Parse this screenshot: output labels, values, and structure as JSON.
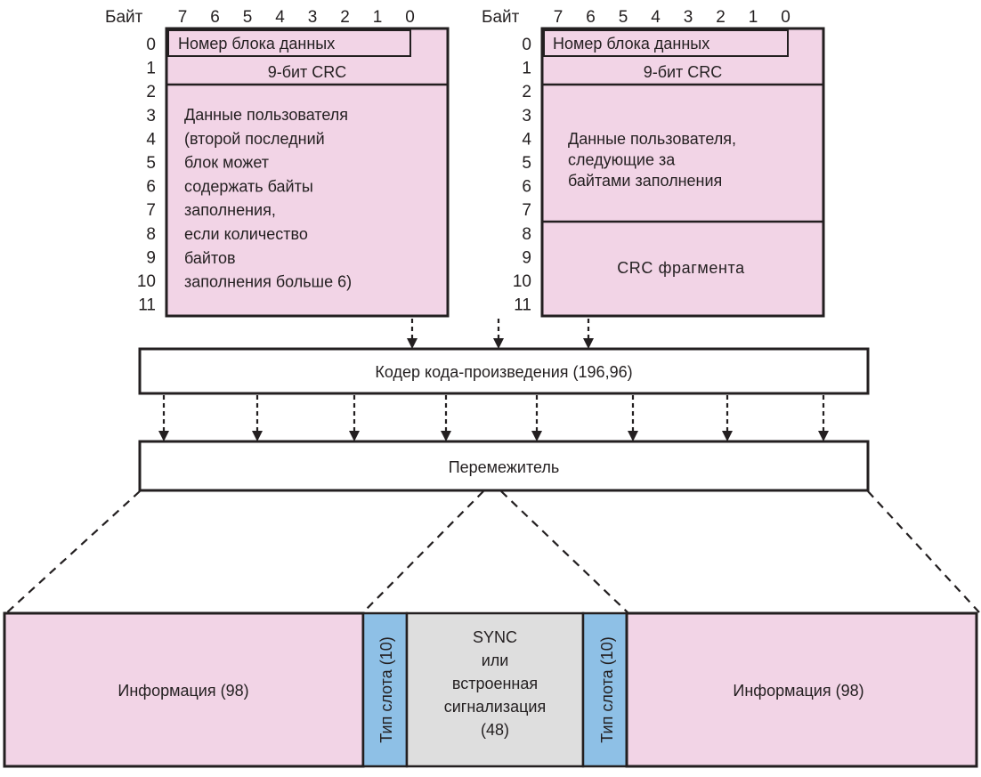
{
  "left_block": {
    "byte_label": "Байт",
    "bit_numbers": [
      "7",
      "6",
      "5",
      "4",
      "3",
      "2",
      "1",
      "0"
    ],
    "row_numbers": [
      "0",
      "1",
      "2",
      "3",
      "4",
      "5",
      "6",
      "7",
      "8",
      "9",
      "10",
      "11"
    ],
    "block_number": "Номер блока данных",
    "crc9": "9-бит CRC",
    "user_data_lines": [
      "Данные пользователя",
      "(второй последний",
      "блок может",
      "содержать байты",
      "заполнения,",
      "если количество",
      "байтов",
      "заполнения больше 6)"
    ]
  },
  "right_block": {
    "byte_label": "Байт",
    "bit_numbers": [
      "7",
      "6",
      "5",
      "4",
      "3",
      "2",
      "1",
      "0"
    ],
    "row_numbers": [
      "0",
      "1",
      "2",
      "3",
      "4",
      "5",
      "6",
      "7",
      "8",
      "9",
      "10",
      "11"
    ],
    "block_number": "Номер блока данных",
    "crc9": "9-бит CRC",
    "user_data_lines": [
      "Данные пользователя,",
      "следующие за",
      "байтами заполнения"
    ],
    "fragment_crc": "CRC фрагмента"
  },
  "encoder": {
    "label": "Кодер кода-произведения (196,96)"
  },
  "interleaver": {
    "label": "Перемежитель"
  },
  "burst": {
    "info_left": "Информация (98)",
    "slot_type_left": "Тип слота (10)",
    "sync_lines": [
      "SYNC",
      "или",
      "встроенная",
      "сигнализация",
      "(48)"
    ],
    "slot_type_right": "Тип слота (10)",
    "info_right": "Информация (98)"
  }
}
